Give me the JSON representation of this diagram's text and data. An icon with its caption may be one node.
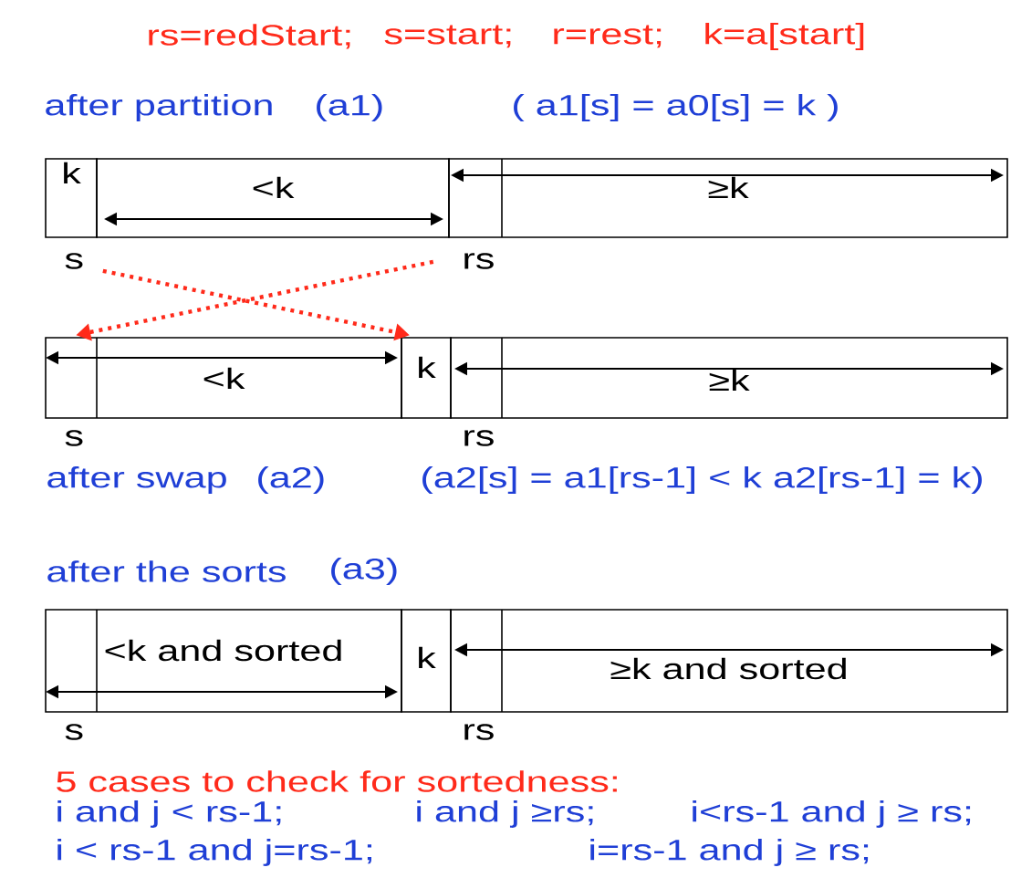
{
  "diagram": {
    "nodes": [
      {
        "text": [
          "k"
        ]
      },
      {
        "text": [
          "<k"
        ]
      },
      {
        "text": [
          "≥k"
        ]
      },
      {
        "text": [
          "<k"
        ]
      },
      {
        "text": [
          "k"
        ]
      },
      {
        "text": [
          "≥k"
        ]
      },
      {
        "text": [
          "<k and sorted"
        ]
      },
      {
        "text": [
          "k"
        ]
      },
      {
        "text": [
          "≥k and sorted"
        ]
      }
    ],
    "edges": [
      {
        "from": 0,
        "to": 4,
        "arrow": "to",
        "style": "dashed"
      },
      {
        "from": 1,
        "to": 3,
        "arrow": "to",
        "style": "dashed"
      }
    ],
    "labels": [
      "rs=redStart;",
      "s=start;",
      "r=rest;",
      "k=a[start]",
      "after partition",
      "(a1)",
      "( a1[s] = a0[s] = k )",
      "s",
      "rs",
      "s",
      "rs",
      "after swap",
      "(a2)",
      "(a2[s] = a1[rs-1] < k  a2[rs-1] = k)",
      "after the sorts",
      "(a3)",
      "s",
      "rs",
      "5 cases to check for sortedness:",
      "i and j < rs-1;",
      "i and j ≥rs;",
      "i<rs-1 and j ≥ rs;",
      "i < rs-1 and j=rs-1;",
      "i=rs-1 and j ≥ rs;"
    ]
  }
}
